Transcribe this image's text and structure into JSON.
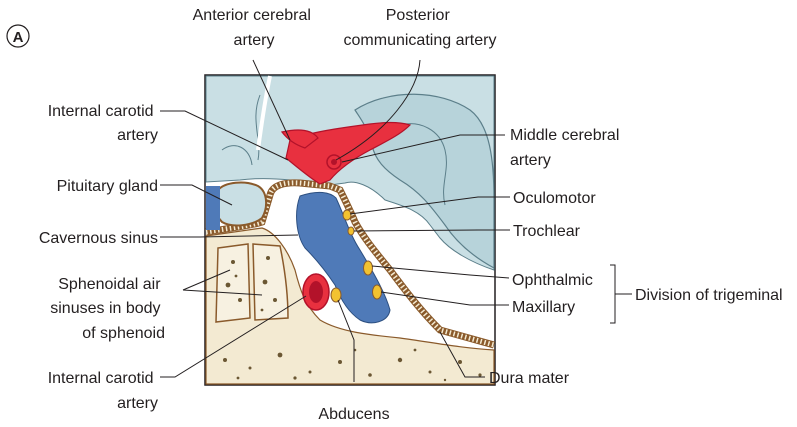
{
  "figure": {
    "panel_letter": "A"
  },
  "labels": {
    "anterior_cerebral_artery": [
      "Anterior cerebral",
      "artery"
    ],
    "posterior_communicating_artery": [
      "Posterior",
      "communicating artery"
    ],
    "internal_carotid_artery_top": [
      "Internal carotid",
      "artery"
    ],
    "middle_cerebral_artery": [
      "Middle cerebral",
      "artery"
    ],
    "pituitary_gland": "Pituitary gland",
    "oculomotor": "Oculomotor",
    "cavernous_sinus": "Cavernous sinus",
    "trochlear": "Trochlear",
    "sphenoidal_air_sinuses": [
      "Sphenoidal air",
      "sinuses in body",
      "of sphenoid"
    ],
    "ophthalmic": "Ophthalmic",
    "maxillary": "Maxillary",
    "division_of_trigeminal": "Division of trigeminal",
    "internal_carotid_artery_bottom": [
      "Internal carotid",
      "artery"
    ],
    "dura_mater": "Dura mater",
    "abducens": "Abducens"
  },
  "colors": {
    "brain": "#c9dfe4",
    "brain_outline": "#5c7f8a",
    "sinus": "#4f7ab8",
    "artery": "#e8303f",
    "artery_dark": "#b3122a",
    "nerve": "#f2c230",
    "dura": "#8a5a2b",
    "bone": "#f3ead2",
    "bone_dots": "#6b5733"
  }
}
